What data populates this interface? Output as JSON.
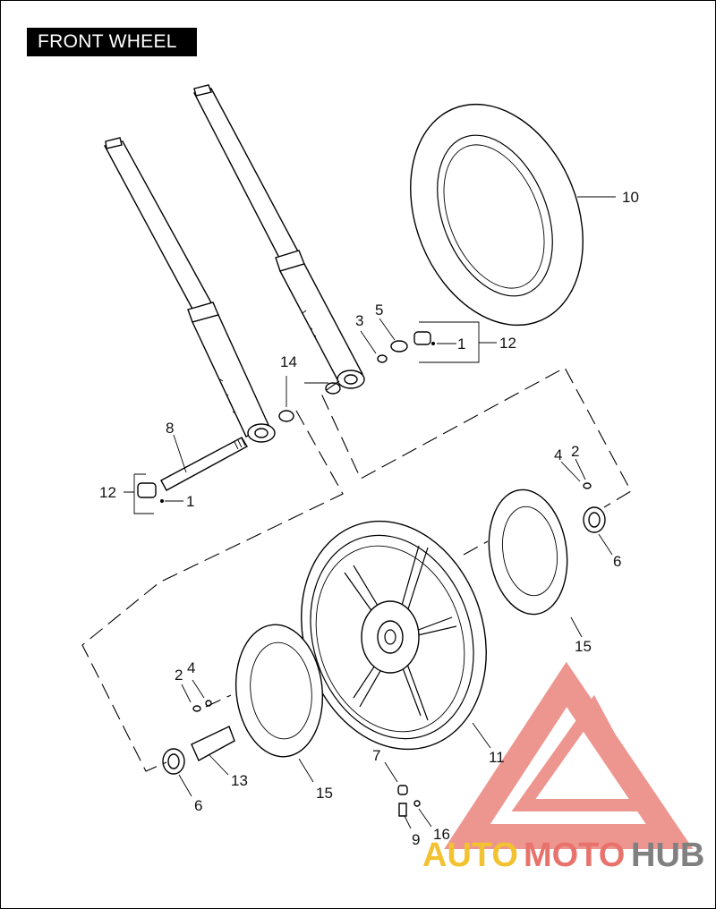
{
  "title": "FRONT WHEEL",
  "callouts": {
    "c1_top": "1",
    "c2_right": "2",
    "c3": "3",
    "c4_right": "4",
    "c5": "5",
    "c6_right": "6",
    "c6_left": "6",
    "c7": "7",
    "c8": "8",
    "c9": "9",
    "c10": "10",
    "c11": "11",
    "c12_top": "12",
    "c12_left": "12",
    "c1_left": "1",
    "c13": "13",
    "c14": "14",
    "c15_right": "15",
    "c15_left": "15",
    "c16": "16",
    "c2_left": "2",
    "c4_left": "4"
  },
  "watermark": {
    "text": "AUTOMOTOHUB",
    "part_auto": "AUTO",
    "part_moto": "MOTO",
    "part_hub": "HUB",
    "colors": {
      "triangle": "#e8736c",
      "auto": "#f2c230",
      "moto": "#e8736c",
      "hub": "#808080"
    }
  }
}
